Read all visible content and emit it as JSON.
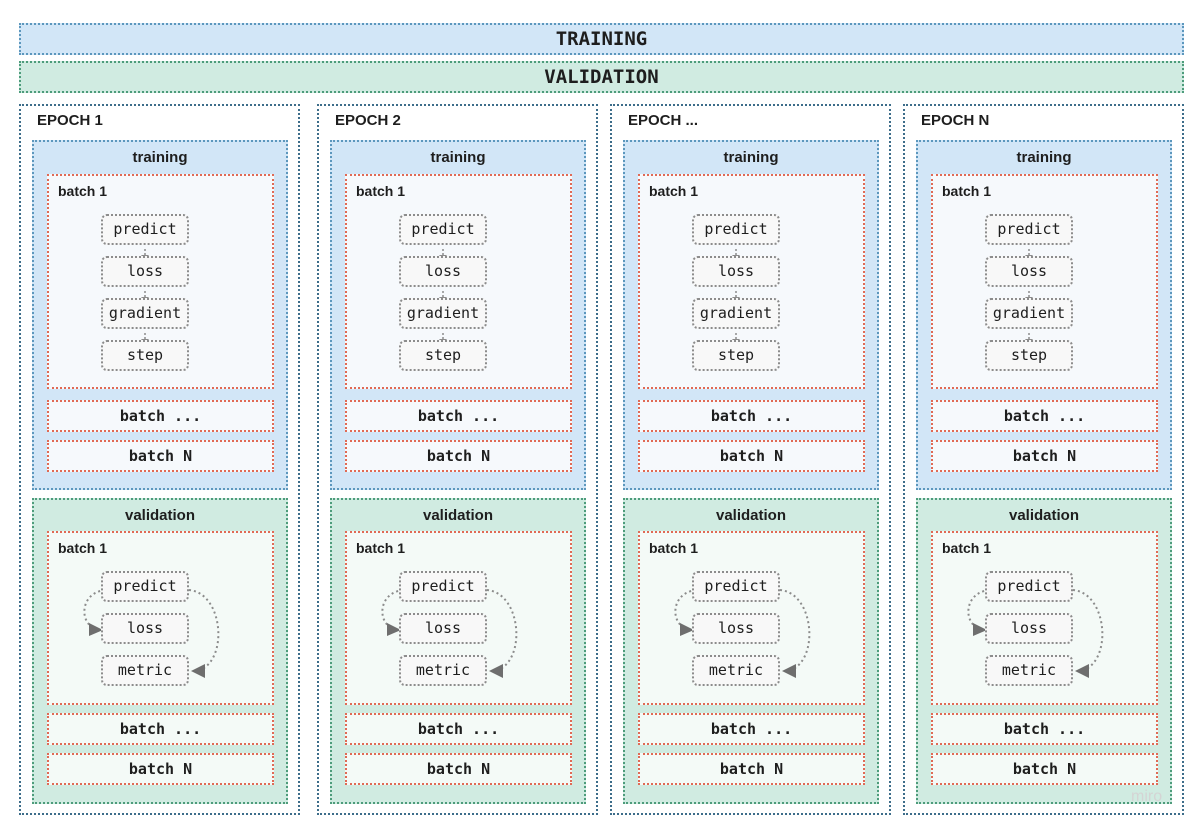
{
  "banners": {
    "training": "TRAINING",
    "validation": "VALIDATION"
  },
  "epochs": [
    {
      "title": "EPOCH 1"
    },
    {
      "title": "EPOCH 2"
    },
    {
      "title": "EPOCH ..."
    },
    {
      "title": "EPOCH N"
    }
  ],
  "training": {
    "title": "training",
    "batch_title": "batch 1",
    "steps": [
      "predict",
      "loss",
      "gradient",
      "step"
    ],
    "rows": [
      "batch ...",
      "batch N"
    ]
  },
  "validation": {
    "title": "validation",
    "batch_title": "batch 1",
    "steps": [
      "predict",
      "loss",
      "metric"
    ],
    "rows": [
      "batch ...",
      "batch N"
    ]
  },
  "watermark": "miro",
  "colors": {
    "training_fill": "#d2e6f7",
    "validation_fill": "#d0ebe1",
    "batch_border": "#e06a55",
    "epoch_border": "#3d6d8a"
  }
}
